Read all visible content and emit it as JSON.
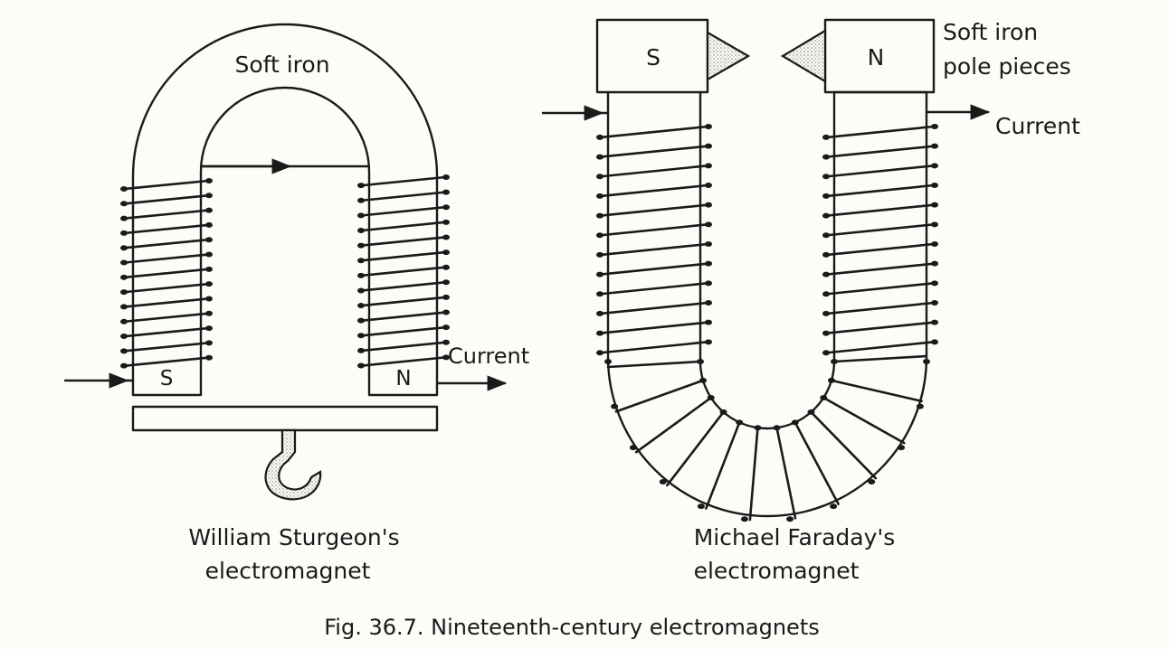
{
  "sturgeon": {
    "soft_iron_label": "Soft iron",
    "pole_s": "S",
    "pole_n": "N",
    "current_label": "Current",
    "caption_line1": "William Sturgeon's",
    "caption_line2": "electromagnet"
  },
  "faraday": {
    "pole_s": "S",
    "pole_n": "N",
    "pole_pieces_line1": "Soft iron",
    "pole_pieces_line2": "pole pieces",
    "current_label": "Current",
    "caption_line1": "Michael Faraday's",
    "caption_line2": "electromagnet"
  },
  "figure_caption": "Fig. 36.7. Nineteenth-century electromagnets",
  "colors": {
    "ink": "#1a1a1a",
    "paper": "#fdfcf8",
    "stipple": "#c9c9c9"
  }
}
